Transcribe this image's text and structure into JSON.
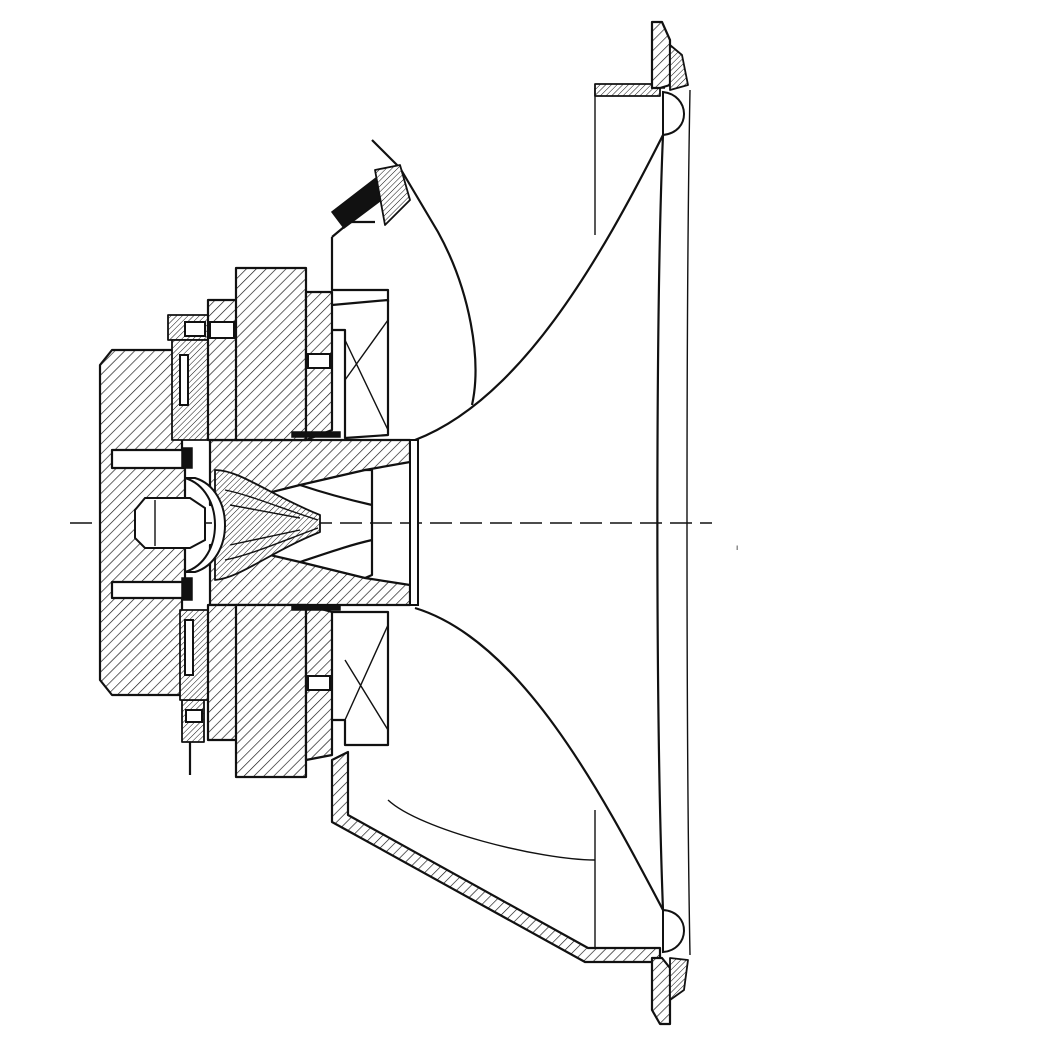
{
  "figure": {
    "label_mark": "ı"
  },
  "parts": [
    "cone-horn",
    "horn-throat",
    "compression-driver",
    "driver-magnet",
    "woofer-magnet",
    "basket-frame",
    "cone-surround",
    "terminal-lead"
  ],
  "colors": {
    "ink": "#111111",
    "paper": "#ffffff"
  }
}
